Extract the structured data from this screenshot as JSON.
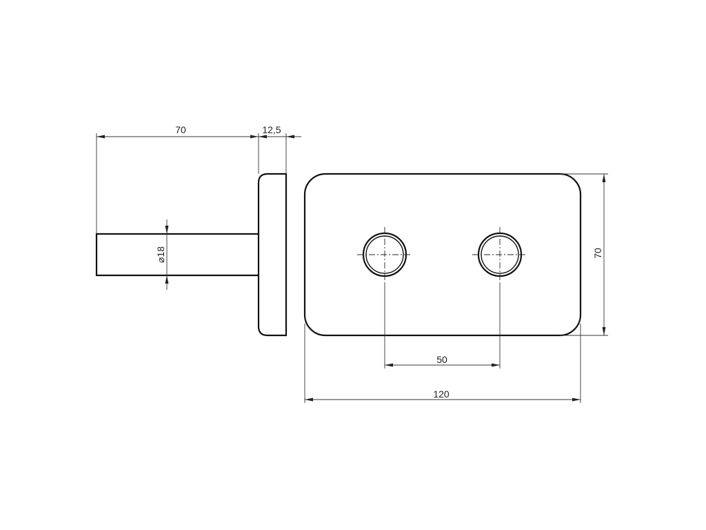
{
  "drawing": {
    "side_view": {
      "shaft_length": "70",
      "flange_thickness": "12,5",
      "shaft_diameter_symbol": "⌀",
      "shaft_diameter_value": "18"
    },
    "front_view": {
      "plate_width": "120",
      "plate_height": "70",
      "hole_spacing": "50"
    }
  }
}
